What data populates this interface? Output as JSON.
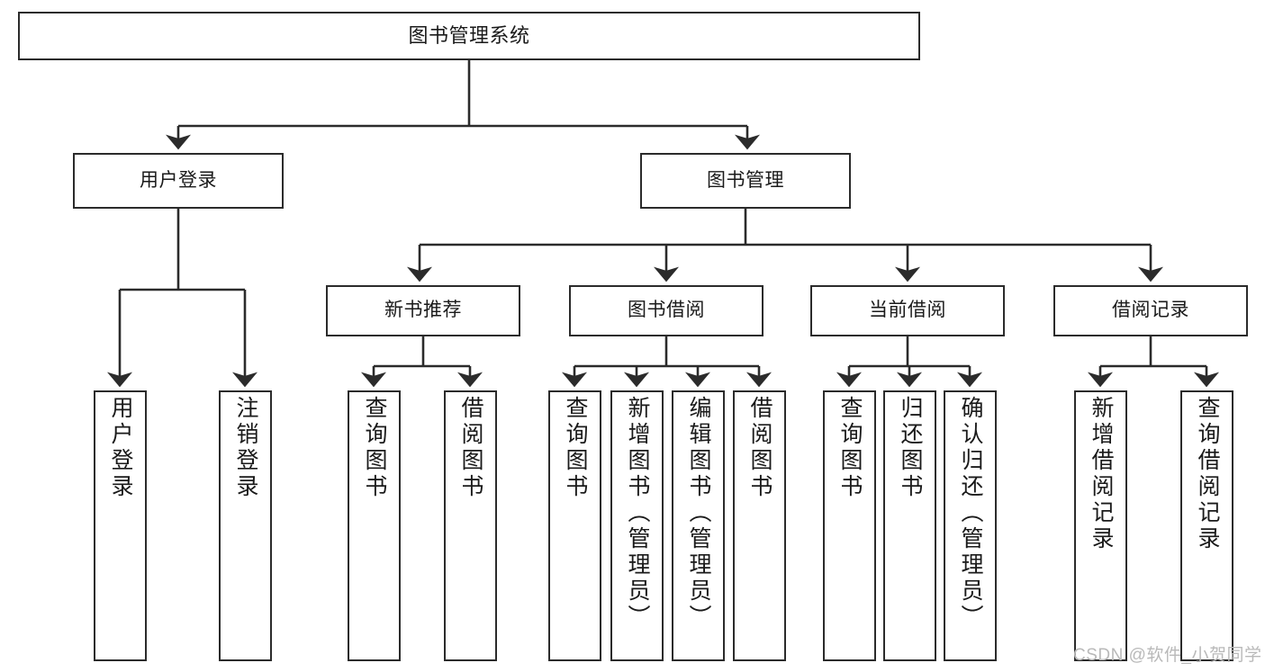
{
  "diagram": {
    "title": "图书管理系统",
    "type": "tree-hierarchy-diagram",
    "colors": {
      "stroke": "#2b2b2b",
      "fill": "#ffffff",
      "text": "#1a1a1a",
      "watermark": "#b9b9b9"
    },
    "levels": {
      "root": {
        "label": "图书管理系统"
      },
      "level2": [
        {
          "label": "用户登录"
        },
        {
          "label": "图书管理"
        }
      ],
      "level3": [
        {
          "label": "新书推荐"
        },
        {
          "label": "图书借阅"
        },
        {
          "label": "当前借阅"
        },
        {
          "label": "借阅记录"
        }
      ],
      "leaves": {
        "user_login": [
          {
            "label": "用户登录"
          },
          {
            "label": "注销登录"
          }
        ],
        "new_book_recommend": [
          {
            "label": "查询图书"
          },
          {
            "label": "借阅图书"
          }
        ],
        "book_borrow": [
          {
            "label": "查询图书"
          },
          {
            "label": "新增图书（管理员）"
          },
          {
            "label": "编辑图书（管理员）"
          },
          {
            "label": "借阅图书"
          }
        ],
        "current_borrow": [
          {
            "label": "查询图书"
          },
          {
            "label": "归还图书"
          },
          {
            "label": "确认归还（管理员）"
          }
        ],
        "borrow_record": [
          {
            "label": "新增借阅记录"
          },
          {
            "label": "查询借阅记录"
          }
        ]
      }
    }
  },
  "watermark": {
    "text": "CSDN @软件_小贺同学"
  }
}
